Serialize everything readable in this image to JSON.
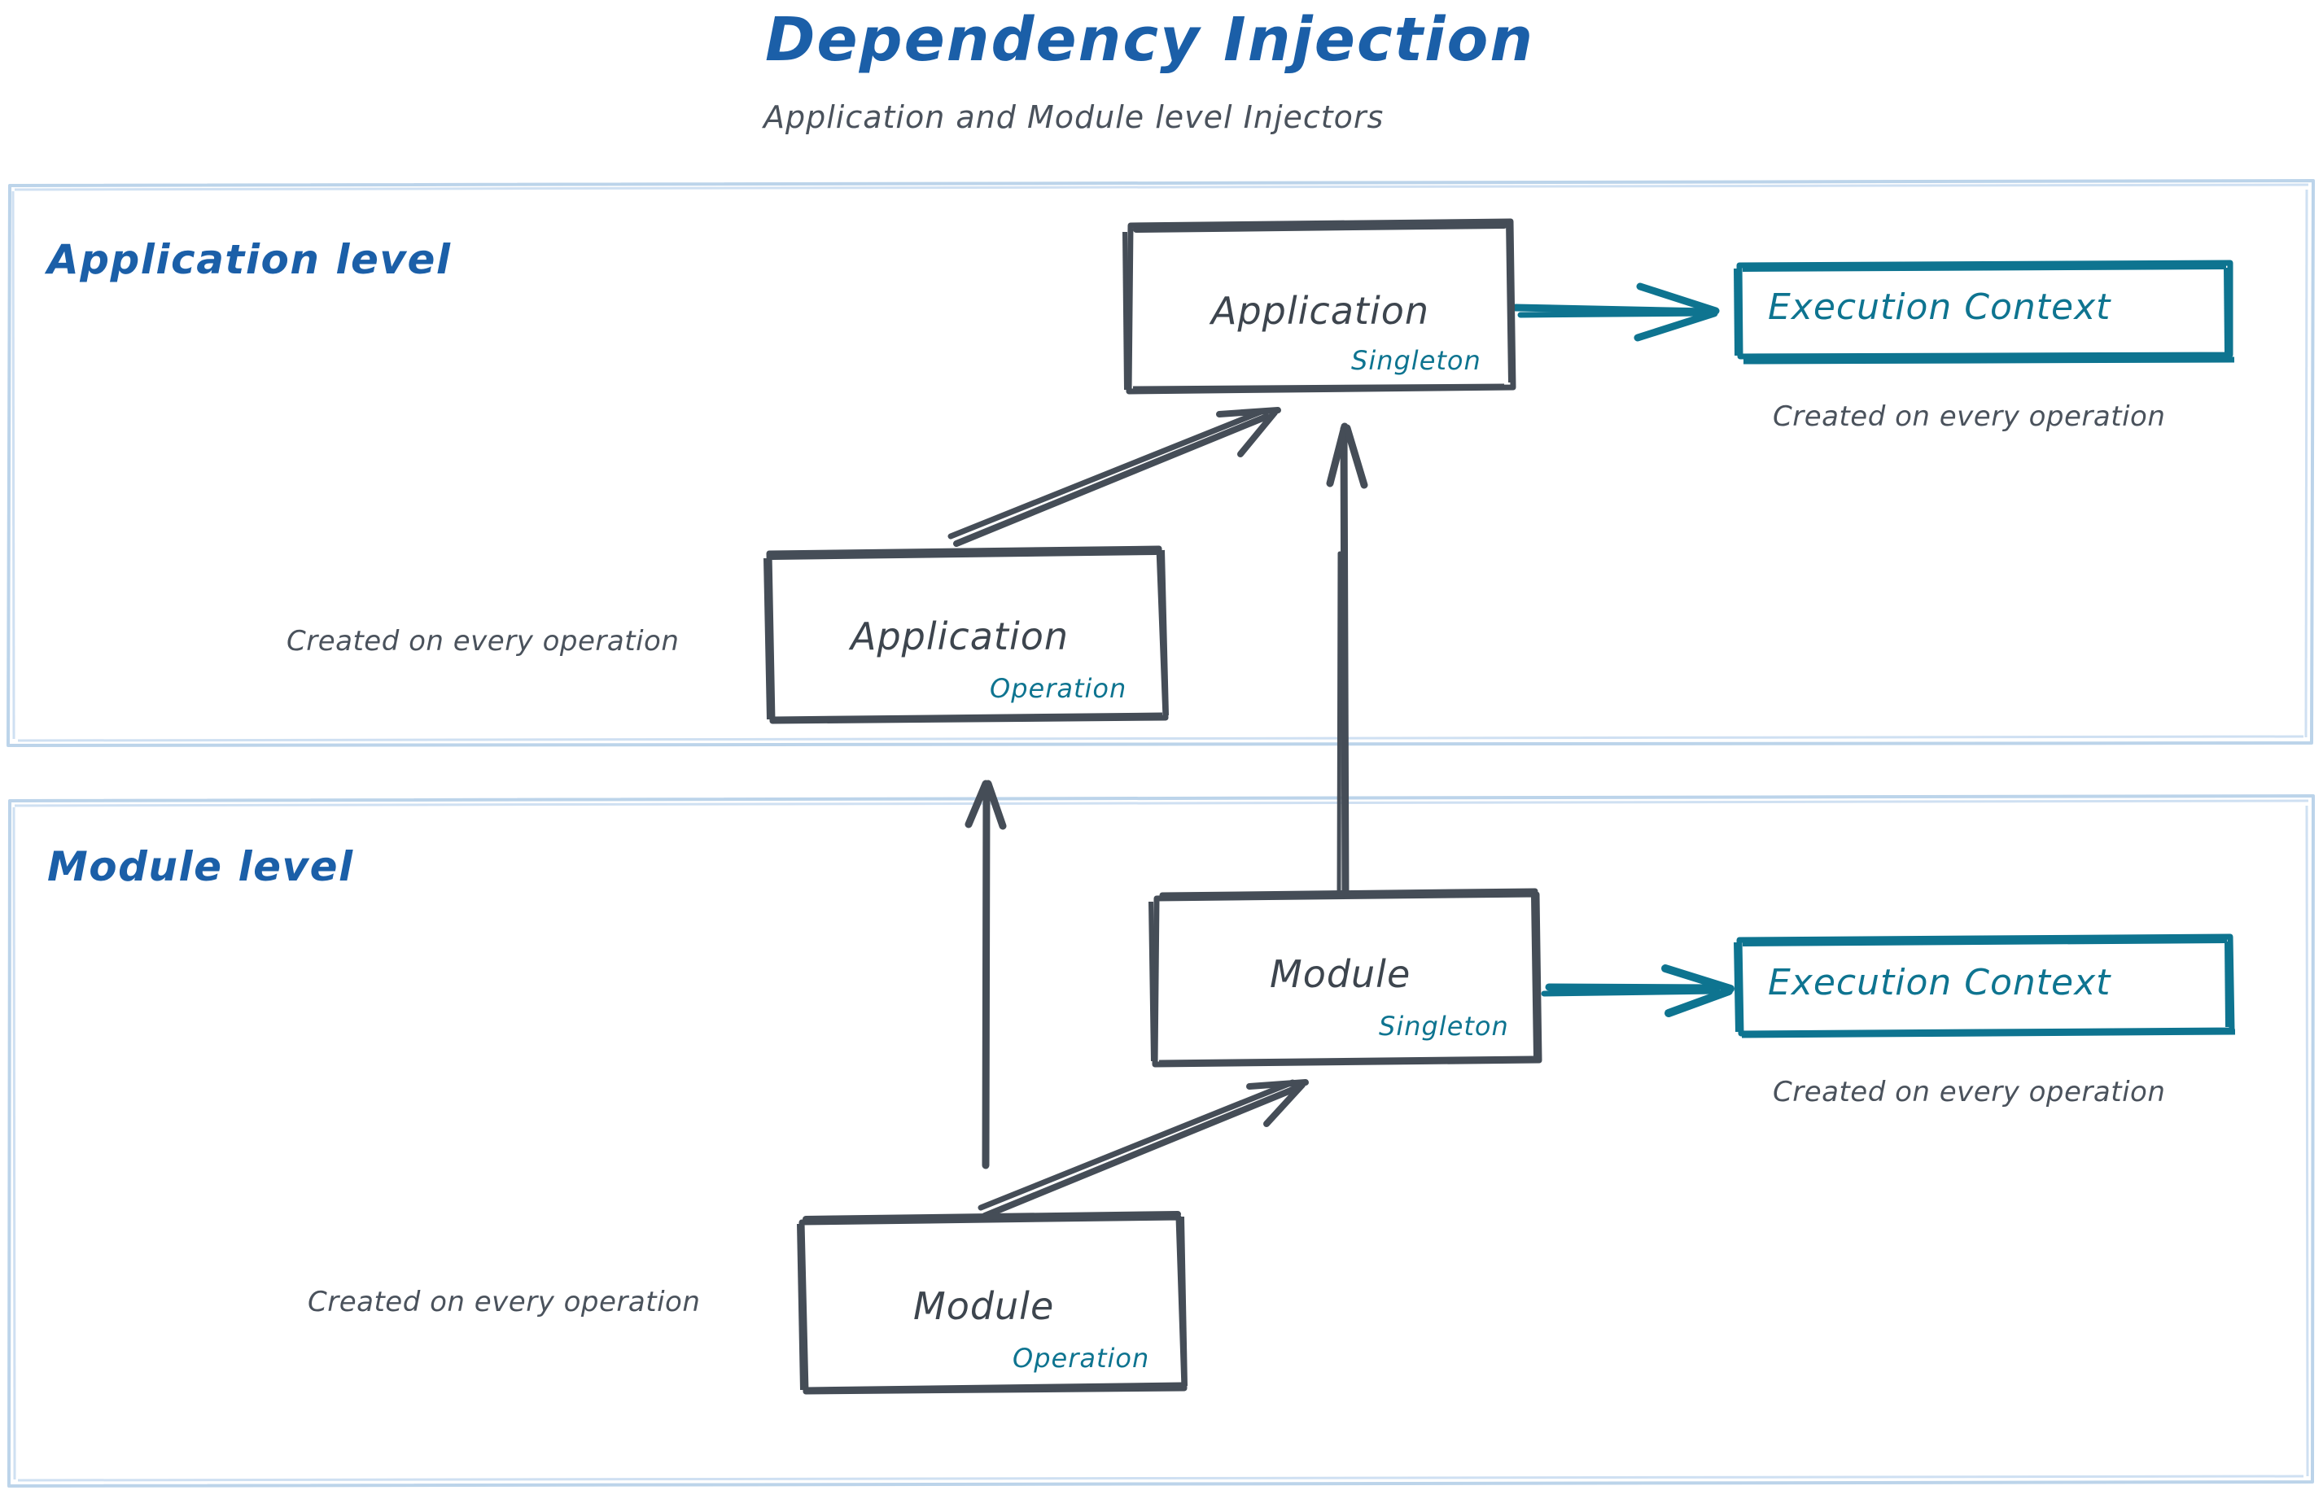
{
  "header": {
    "title": "Dependency Injection",
    "subtitle": "Application and Module level Injectors"
  },
  "colors": {
    "title_blue": "#1b5fa8",
    "panel_border": "#bcd4ea",
    "ink_gray": "#3d454e",
    "note_gray": "#4a525c",
    "teal": "#0e7490",
    "background": "#ffffff"
  },
  "panels": [
    {
      "id": "application-level",
      "label": "Application level",
      "nodes": [
        {
          "id": "application-singleton",
          "title": "Application",
          "badge": "Singleton",
          "style": "gray-box"
        },
        {
          "id": "execution-context-application",
          "title": "Execution Context",
          "badge": "",
          "style": "teal-box",
          "caption": "Created on every operation"
        },
        {
          "id": "application-operation",
          "title": "Application",
          "badge": "Operation",
          "style": "gray-box",
          "caption": "Created on every operation"
        }
      ]
    },
    {
      "id": "module-level",
      "label": "Module level",
      "nodes": [
        {
          "id": "module-singleton",
          "title": "Module",
          "badge": "Singleton",
          "style": "gray-box"
        },
        {
          "id": "execution-context-module",
          "title": "Execution Context",
          "badge": "",
          "style": "teal-box",
          "caption": "Created on every operation"
        },
        {
          "id": "module-operation",
          "title": "Module",
          "badge": "Operation",
          "style": "gray-box",
          "caption": "Created on every operation"
        }
      ]
    }
  ],
  "edges": [
    {
      "id": "application-singleton-to-execution-context",
      "from": "application-singleton",
      "to": "execution-context-application",
      "color": "teal",
      "direction": "right"
    },
    {
      "id": "application-operation-to-application-singleton",
      "from": "application-operation",
      "to": "application-singleton",
      "color": "gray",
      "direction": "diagonal-up-right"
    },
    {
      "id": "module-singleton-to-application-singleton",
      "from": "module-singleton",
      "to": "application-singleton",
      "color": "gray",
      "direction": "up"
    },
    {
      "id": "module-operation-to-application-operation",
      "from": "module-operation",
      "to": "application-operation",
      "color": "gray",
      "direction": "up"
    },
    {
      "id": "module-operation-to-module-singleton",
      "from": "module-operation",
      "to": "module-singleton",
      "color": "gray",
      "direction": "diagonal-up-right"
    },
    {
      "id": "module-singleton-to-execution-context",
      "from": "module-singleton",
      "to": "execution-context-module",
      "color": "teal",
      "direction": "right"
    }
  ]
}
